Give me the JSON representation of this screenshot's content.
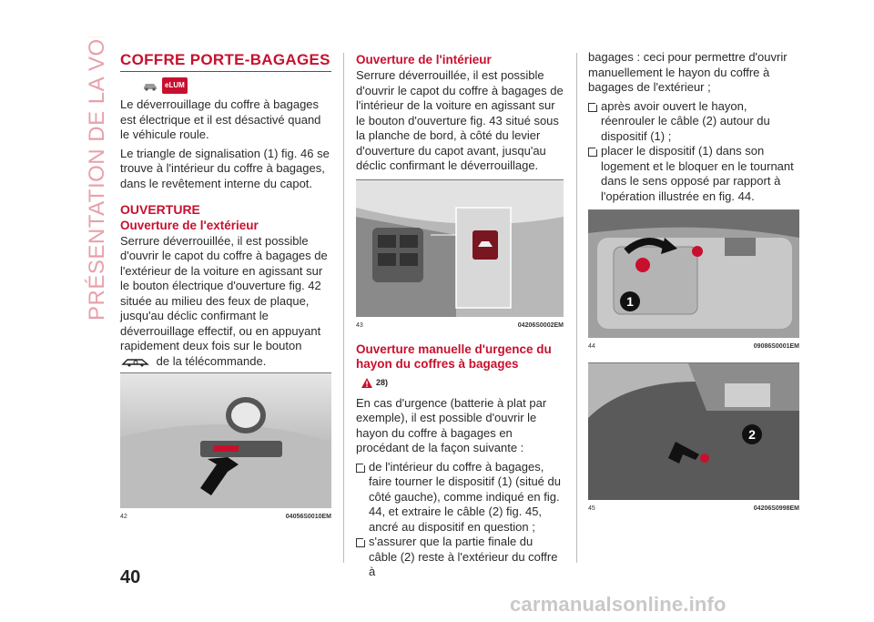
{
  "side_title": "PRÉSENTATION DE LA VOITURE",
  "page_number": "40",
  "watermark": "carmanualsonline.info",
  "col1": {
    "section_title": "COFFRE PORTE-BAGAGES",
    "badge": "eLUM",
    "p1": "Le déverrouillage du coffre à bagages est électrique et il est désactivé quand le véhicule roule.",
    "p2": "Le triangle de signalisation (1) fig. 46 se trouve à l'intérieur du coffre à bagages, dans le revêtement interne du capot.",
    "subhead_main": "OUVERTURE",
    "subhead_ext": "Ouverture de l'extérieur",
    "p3": "Serrure déverrouillée, il est possible d'ouvrir le capot du coffre à bagages de l'extérieur de la voiture en agissant sur le bouton électrique d'ouverture fig. 42 située au milieu des feux de plaque, jusqu'au déclic confirmant le déverrouillage effectif, ou en appuyant rapidement deux fois sur le bouton",
    "p3_end": "de la télécommande.",
    "fig_num": "42",
    "fig_code": "04056S0010EM"
  },
  "col2": {
    "subhead_int": "Ouverture de l'intérieur",
    "p1": "Serrure déverrouillée, il est possible d'ouvrir le capot du coffre à bagages de l'intérieur de la voiture en agissant sur le bouton d'ouverture fig. 43 situé sous la planche de bord, à côté du levier d'ouverture du capot avant, jusqu'au déclic confirmant le déverrouillage.",
    "fig_num": "43",
    "fig_code": "04206S0002EM",
    "subhead_manual": "Ouverture manuelle d'urgence du hayon du coffres à bagages",
    "warn_num": "28)",
    "p2": "En cas d'urgence (batterie à plat par exemple), il est possible d'ouvrir le hayon du coffre à bagages en procédant de la façon suivante :",
    "bullet1": "de l'intérieur du coffre à bagages, faire tourner le dispositif (1) (situé du côté gauche), comme indiqué en fig. 44, et extraire le câble (2) fig. 45, ancré au dispositif en question ;",
    "bullet2": "s'assurer que la partie finale du câble (2) reste à l'extérieur du coffre à"
  },
  "col3": {
    "p1": "bagages : ceci pour permettre d'ouvrir manuellement le hayon du coffre à bagages de l'extérieur ;",
    "bullet1": "après avoir ouvert le hayon, réenrouler le câble (2) autour du dispositif (1) ;",
    "bullet2": "placer le dispositif (1) dans son logement et le bloquer en le tournant dans le sens opposé par rapport à l'opération illustrée en fig. 44.",
    "fig44_num": "44",
    "fig44_code": "09086S0001EM",
    "fig44_label": "1",
    "fig45_num": "45",
    "fig45_code": "04206S0998EM",
    "fig45_label": "2"
  },
  "colors": {
    "accent": "#c8102e",
    "side_title": "#e8a0aa"
  },
  "icons": [
    "car-key-icon",
    "warning-triangle-icon",
    "elum-badge"
  ]
}
